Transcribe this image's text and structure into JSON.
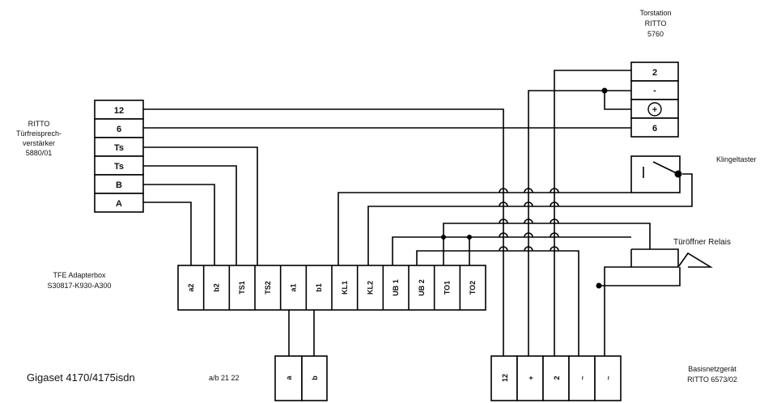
{
  "labels": {
    "torstation": [
      "Torstation",
      "RITTO",
      "5760"
    ],
    "verstaerker": [
      "RITTO",
      "Türfreisprech-",
      "verstärker",
      "5880/01"
    ],
    "klingeltaster": "Klingeltaster",
    "relais": "Türöffner Relais",
    "adapterbox": [
      "TFE Adapterbox",
      "S30817-K930-A300"
    ],
    "basisnetz": [
      "Basisnetzgerät",
      "RITTO 6573/02"
    ],
    "gigaset": "Gigaset 4170/4175isdn",
    "ab": "a/b 21 22"
  },
  "verstaerker_terminals": [
    "12",
    "6",
    "Ts",
    "Ts",
    "B",
    "A"
  ],
  "torstation_terminals": [
    "2",
    "-",
    "+",
    "6"
  ],
  "adapter_terminals": [
    "a2",
    "b2",
    "TS1",
    "TS2",
    "a1",
    "b1",
    "KL1",
    "KL2",
    "UB 1",
    "UB 2",
    "TO1",
    "TO2"
  ],
  "gigaset_terminals": [
    "a",
    "b"
  ],
  "basis_terminals": [
    "12",
    "+",
    "2",
    "~",
    "~"
  ]
}
